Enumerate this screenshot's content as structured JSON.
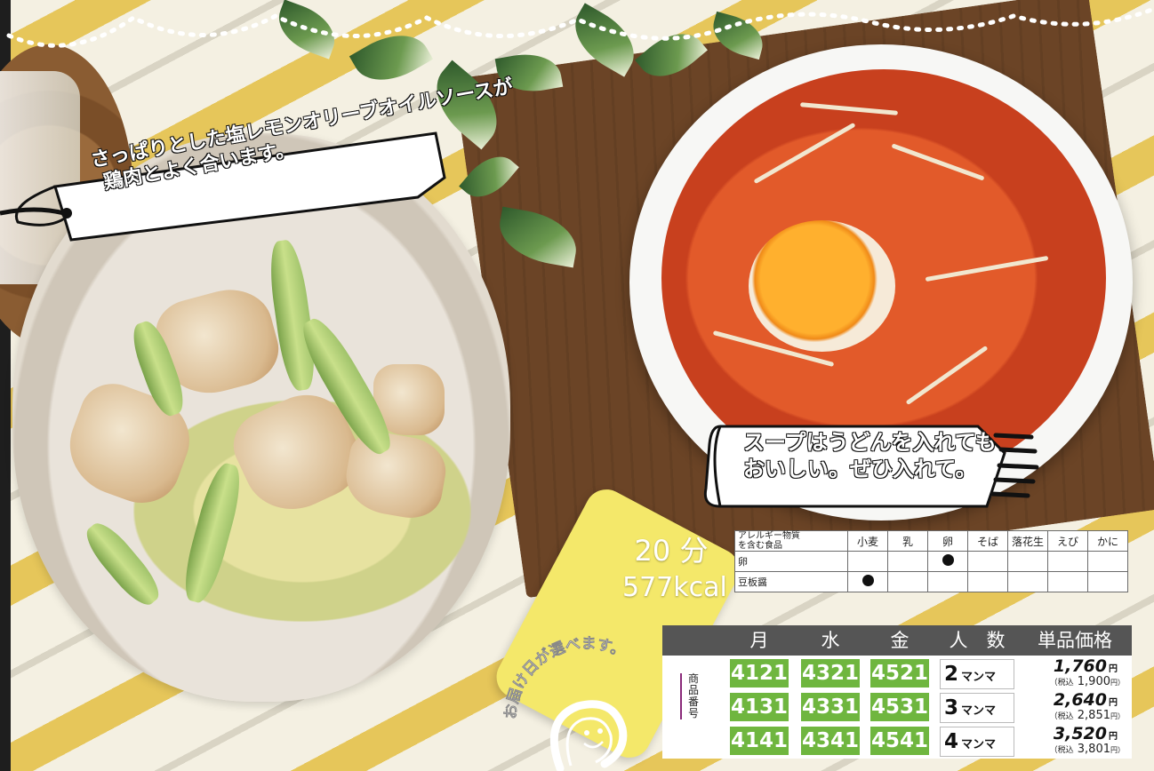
{
  "banners": {
    "top_left": [
      "さっぱりとした塩レモンオリーブオイルソースが",
      "鶏肉とよく合います。"
    ],
    "soup": [
      "スープはうどんを入れても",
      "おいしい。ぜひ入れて。"
    ]
  },
  "cooking": {
    "time": "20 分",
    "calories": "577kcal"
  },
  "allergy": {
    "header_label": [
      "アレルギー物質",
      "を含む食品"
    ],
    "columns": [
      "小麦",
      "乳",
      "卵",
      "そば",
      "落花生",
      "えび",
      "かに"
    ],
    "rows": [
      {
        "label": "卵",
        "marks": [
          false,
          false,
          true,
          false,
          false,
          false,
          false
        ]
      },
      {
        "label": "豆板醤",
        "marks": [
          true,
          false,
          false,
          false,
          false,
          false,
          false
        ]
      }
    ]
  },
  "price_table": {
    "headers": [
      "月",
      "水",
      "金",
      "人　数",
      "単品価格"
    ],
    "side_label": "商品番号",
    "rows": [
      {
        "codes": [
          "4121",
          "4321",
          "4521"
        ],
        "people": "2",
        "unit": "マンマ",
        "price": "1,760",
        "yen": "円",
        "tax_label": "（税込",
        "tax_price": "1,900",
        "tax_yen": "円）"
      },
      {
        "codes": [
          "4131",
          "4331",
          "4531"
        ],
        "people": "3",
        "unit": "マンマ",
        "price": "2,640",
        "yen": "円",
        "tax_label": "（税込",
        "tax_price": "2,851",
        "tax_yen": "円）"
      },
      {
        "codes": [
          "4141",
          "4341",
          "4541"
        ],
        "people": "4",
        "unit": "マンマ",
        "price": "3,520",
        "yen": "円",
        "tax_label": "（税込",
        "tax_price": "3,801",
        "tax_yen": "円）"
      }
    ]
  },
  "badge": {
    "text": "お届け日が選べます。"
  },
  "colors": {
    "code_green": "#6fb63f",
    "header_gray": "#555555",
    "accent_purple": "#8a2a7a"
  }
}
